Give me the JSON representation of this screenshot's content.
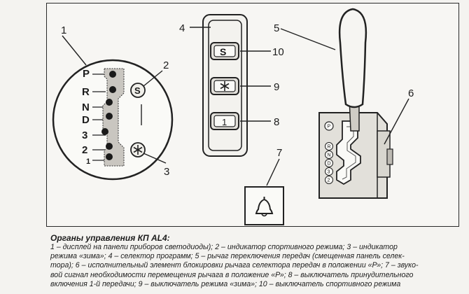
{
  "figure": {
    "callouts": {
      "c1": "1",
      "c2": "2",
      "c3": "3",
      "c4": "4",
      "c5": "5",
      "c6": "6",
      "c7": "7",
      "c8": "8",
      "c9": "9",
      "c10": "10"
    },
    "display_gears": [
      "P",
      "R",
      "N",
      "D",
      "3",
      "2",
      "1"
    ],
    "sport_button_label": "S",
    "first_gear_button_label": "1",
    "lever_gate_labels": [
      "P",
      "R",
      "N",
      "D",
      "3",
      "2"
    ],
    "icons": [
      "sport-indicator-icon",
      "winter-indicator-icon",
      "snowflake-icon",
      "bell-icon"
    ]
  },
  "caption": {
    "title": "Органы управления КП AL4:",
    "body": "1 – дисплей на панели приборов светодиоды); 2 – индикатор спортивного режима; 3 – индикатор\nрежима «зима»; 4 – селектор программ; 5 – рычаг переключения передач (смещенная панель селек-\nтора); 6 – исполнительный элемент блокировки рычага селектора передач в положении «Р»; 7 – звуко-\nвой сигнал необходимости перемещения рычага в положение «Р»; 8 – выключатель принудительного\nвключения 1-й передачи; 9 – выключатель режима «зима»; 10 – выключатель спортивного режима"
  }
}
